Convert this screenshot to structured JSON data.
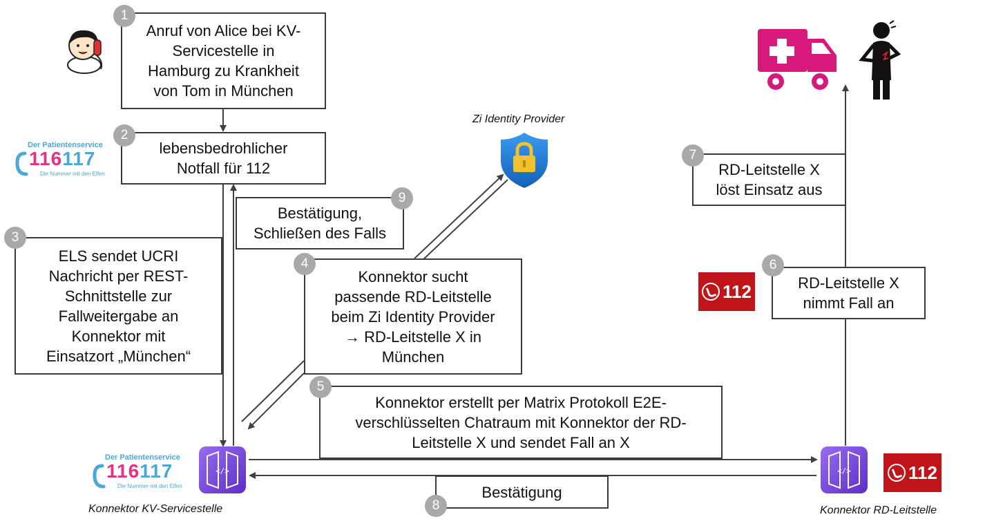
{
  "steps": [
    {
      "number": "1",
      "lines": [
        "Anruf von Alice bei KV-",
        "Servicestelle in",
        "Hamburg zu Krankheit",
        "von Tom in München"
      ]
    },
    {
      "number": "2",
      "lines": [
        "lebensbedrohlicher",
        "Notfall für 112"
      ]
    },
    {
      "number": "3",
      "lines": [
        "ELS sendet UCRI",
        "Nachricht per REST-",
        "Schnittstelle zur",
        "Fallweitergabe an",
        "Konnektor mit",
        "Einsatzort „München“"
      ]
    },
    {
      "number": "4",
      "lines": [
        "Konnektor sucht",
        "passende RD-Leitstelle",
        "beim Zi Identity Provider",
        "→ RD-Leitstelle X in",
        "München"
      ]
    },
    {
      "number": "5",
      "lines": [
        "Konnektor erstellt per Matrix Protokoll E2E-",
        "verschlüsselten Chatraum mit Konnektor der RD-",
        "Leitstelle X und sendet Fall an X"
      ]
    },
    {
      "number": "6",
      "lines": [
        "RD-Leitstelle X",
        "nimmt Fall an"
      ]
    },
    {
      "number": "7",
      "lines": [
        "RD-Leitstelle X",
        "löst Einsatz aus"
      ]
    },
    {
      "number": "8",
      "lines": [
        "Bestätigung"
      ]
    },
    {
      "number": "9",
      "lines": [
        "Bestätigung,",
        "Schließen des Falls"
      ]
    }
  ],
  "captions": {
    "identity_provider": "Zi Identity Provider",
    "connector_kv": "Konnektor KV-Servicestelle",
    "connector_rd": "Konnektor RD-Leitstelle"
  },
  "logos": {
    "patientenservice_top": "Der Patientenservice",
    "patientenservice_number_a": "116",
    "patientenservice_number_b": "117",
    "patientenservice_sub": "Die Nummer mit den Elfen",
    "emergency_number": "112"
  },
  "colors": {
    "box_border": "#3a3a3a",
    "badge": "#a9a9a9",
    "arrow": "#404040",
    "connector": "#7b4ee0",
    "ambulance": "#d6197a",
    "emergency_red": "#c0141b",
    "shield": "#1f7ad6",
    "lock": "#f2c12e"
  },
  "icons": [
    "woman-phone-icon",
    "ambulance-icon",
    "injured-person-icon",
    "shield-lock-icon",
    "api-connector-icon",
    "phone-icon"
  ]
}
